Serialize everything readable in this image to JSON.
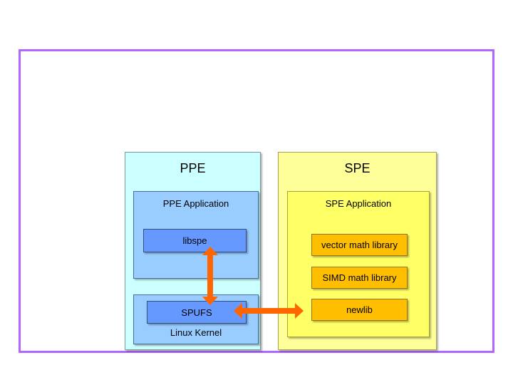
{
  "diagram": {
    "frame": {
      "border_color": "#b266ff"
    },
    "ppe": {
      "title": "PPE",
      "panel_color": "#ccffff",
      "application": {
        "title": "PPE Application",
        "color": "#99ccff",
        "library": {
          "label": "libspe",
          "color": "#6699ff"
        }
      },
      "kernel": {
        "title": "Linux Kernel",
        "color": "#99ccff",
        "module": {
          "label": "SPUFS",
          "color": "#6699ff"
        }
      }
    },
    "spe": {
      "title": "SPE",
      "panel_color": "#ffff99",
      "application": {
        "title": "SPE Application",
        "color": "#ffff66",
        "libraries": [
          {
            "label": "vector math library",
            "color": "#ffbf00"
          },
          {
            "label": "SIMD math library",
            "color": "#ffbf00"
          },
          {
            "label": "newlib",
            "color": "#ffbf00"
          }
        ]
      }
    },
    "connectors": [
      {
        "name": "libspe-spufs-link",
        "orientation": "vertical",
        "direction": "bidirectional",
        "color": "#ff6600",
        "from": "libspe",
        "to": "SPUFS"
      },
      {
        "name": "spufs-spe-link",
        "orientation": "horizontal",
        "direction": "bidirectional",
        "color": "#ff6600",
        "from": "SPUFS",
        "to": "SPE Application"
      }
    ]
  }
}
